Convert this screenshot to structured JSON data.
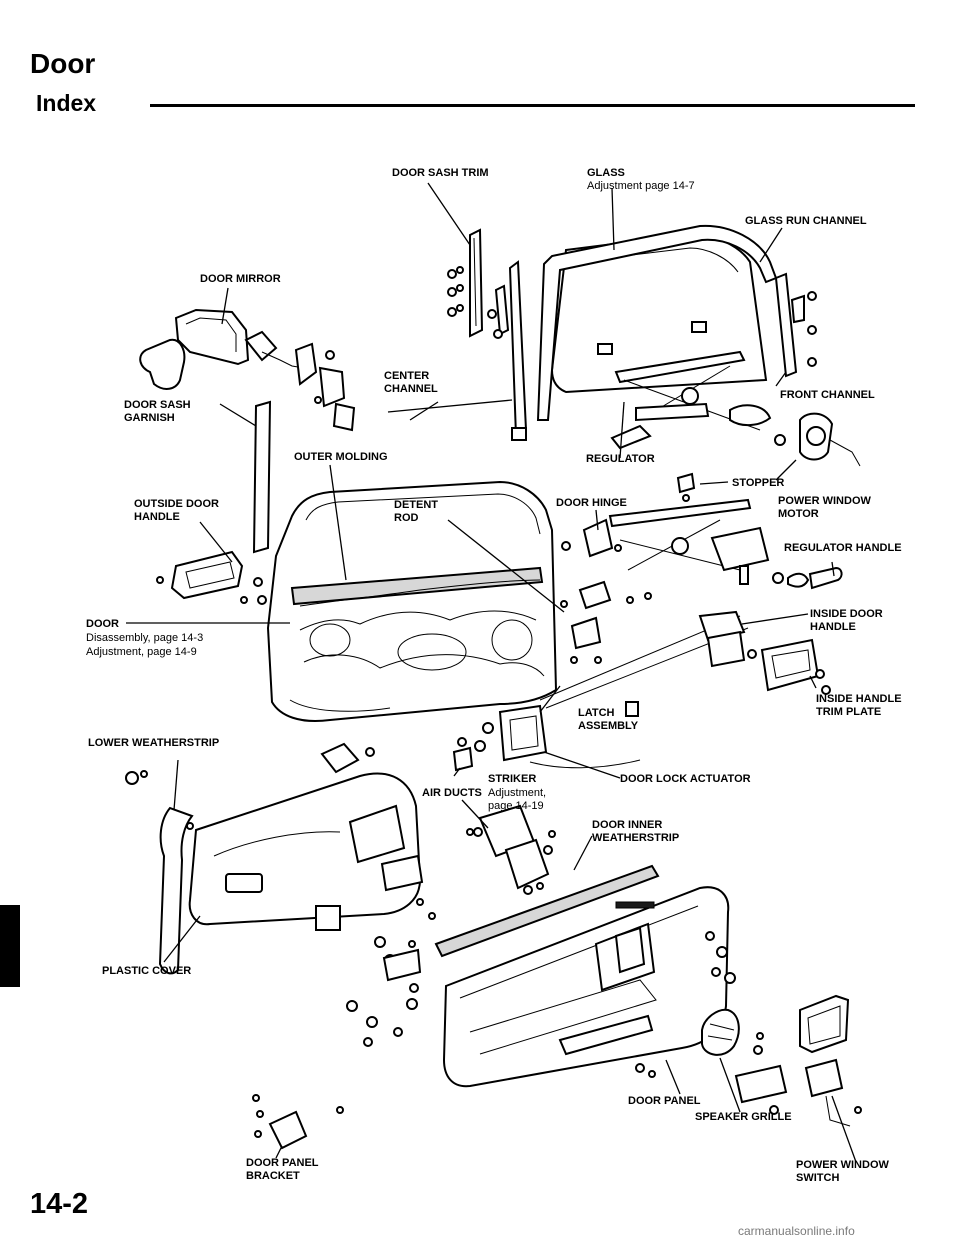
{
  "header": {
    "title": "Door",
    "subtitle": "Index"
  },
  "page_number": "14-2",
  "watermark": "carmanualsonline.info",
  "labels": {
    "door_sash_trim": "DOOR SASH TRIM",
    "glass": "GLASS",
    "glass_adj": "Adjustment page 14-7",
    "glass_run_channel": "GLASS RUN CHANNEL",
    "door_mirror": "DOOR MIRROR",
    "center_channel_1": "CENTER",
    "center_channel_2": "CHANNEL",
    "front_channel": "FRONT CHANNEL",
    "door_sash_garnish_1": "DOOR SASH",
    "door_sash_garnish_2": "GARNISH",
    "outer_molding": "OUTER MOLDING",
    "regulator": "REGULATOR",
    "stopper": "STOPPER",
    "outside_door_handle_1": "OUTSIDE DOOR",
    "outside_door_handle_2": "HANDLE",
    "detent_rod_1": "DETENT",
    "detent_rod_2": "ROD",
    "door_hinge": "DOOR HINGE",
    "power_window_motor_1": "POWER WINDOW",
    "power_window_motor_2": "MOTOR",
    "regulator_handle": "REGULATOR HANDLE",
    "door": "DOOR",
    "door_disassembly": "Disassembly, page 14-3",
    "door_adjustment": "Adjustment, page 14-9",
    "inside_door_handle_1": "INSIDE DOOR",
    "inside_door_handle_2": "HANDLE",
    "inside_handle_trim_1": "INSIDE HANDLE",
    "inside_handle_trim_2": "TRIM PLATE",
    "latch_assembly_1": "LATCH",
    "latch_assembly_2": "ASSEMBLY",
    "lower_weatherstrip": "LOWER WEATHERSTRIP",
    "striker": "STRIKER",
    "striker_adj_1": "Adjustment,",
    "striker_adj_2": "page 14-19",
    "air_ducts": "AIR DUCTS",
    "door_lock_actuator": "DOOR LOCK ACTUATOR",
    "door_inner_weatherstrip_1": "DOOR INNER",
    "door_inner_weatherstrip_2": "WEATHERSTRIP",
    "plastic_cover": "PLASTIC COVER",
    "door_panel": "DOOR PANEL",
    "speaker_grille": "SPEAKER GRILLE",
    "door_panel_bracket_1": "DOOR PANEL",
    "door_panel_bracket_2": "BRACKET",
    "power_window_switch_1": "POWER WINDOW",
    "power_window_switch_2": "SWITCH"
  }
}
